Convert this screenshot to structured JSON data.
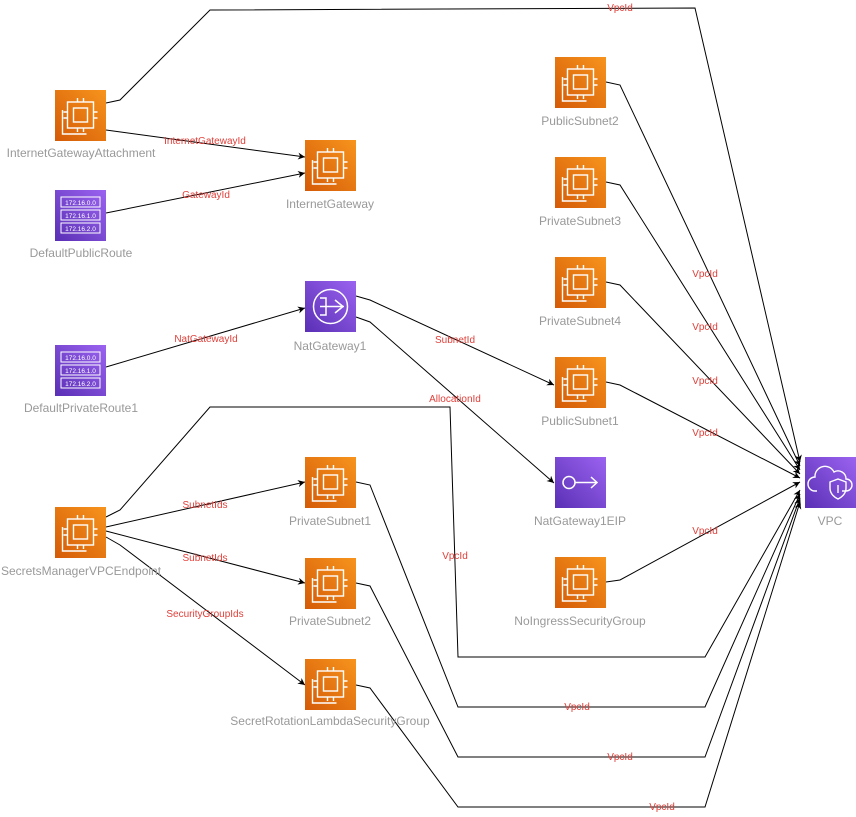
{
  "colors": {
    "ec2_top": "#f7941d",
    "ec2_bottom": "#d45b07",
    "network_top": "#9b63f0",
    "network_bottom": "#5a30b5",
    "label_text": "#999999",
    "edge_label_text": "#e0403a",
    "edge_stroke": "#000000"
  },
  "nodes": {
    "igw_attachment": {
      "label": "InternetGatewayAttachment",
      "icon": "ec2-instance-icon"
    },
    "internet_gateway": {
      "label": "InternetGateway",
      "icon": "ec2-instance-icon"
    },
    "default_public_route": {
      "label": "DefaultPublicRoute",
      "icon": "route-table-icon"
    },
    "nat_gateway": {
      "label": "NatGateway1",
      "icon": "nat-gateway-icon"
    },
    "default_private_route": {
      "label": "DefaultPrivateRoute1",
      "icon": "route-table-icon"
    },
    "secrets_endpoint": {
      "label": "SecretsManagerVPCEndpoint",
      "icon": "ec2-instance-icon"
    },
    "private_subnet1": {
      "label": "PrivateSubnet1",
      "icon": "ec2-instance-icon"
    },
    "private_subnet2": {
      "label": "PrivateSubnet2",
      "icon": "ec2-instance-icon"
    },
    "lambda_sg": {
      "label": "SecretRotationLambdaSecurityGroup",
      "icon": "ec2-instance-icon"
    },
    "public_subnet2": {
      "label": "PublicSubnet2",
      "icon": "ec2-instance-icon"
    },
    "private_subnet3": {
      "label": "PrivateSubnet3",
      "icon": "ec2-instance-icon"
    },
    "private_subnet4": {
      "label": "PrivateSubnet4",
      "icon": "ec2-instance-icon"
    },
    "public_subnet1": {
      "label": "PublicSubnet1",
      "icon": "ec2-instance-icon"
    },
    "nat_eip": {
      "label": "NatGateway1EIP",
      "icon": "elastic-ip-icon"
    },
    "no_ingress_sg": {
      "label": "NoIngressSecurityGroup",
      "icon": "ec2-instance-icon"
    },
    "vpc": {
      "label": "VPC",
      "icon": "vpc-cloud-shield-icon"
    }
  },
  "route_table_lines": [
    "172.16.0.0",
    "172.16.1.0",
    "172.16.2.0"
  ],
  "edges": {
    "e_attach_vpc": "VpcId",
    "e_attach_igw": "InternetGatewayId",
    "e_route_igw": "GatewayId",
    "e_privroute_nat": "NatGatewayId",
    "e_nat_subnet": "SubnetId",
    "e_nat_eip": "AllocationId",
    "e_endpoint_vpc": "VpcId",
    "e_endpoint_ps1": "SubnetIds",
    "e_endpoint_ps2": "SubnetIds",
    "e_endpoint_sg": "SecurityGroupIds",
    "e_pub2_vpc": "VpcId",
    "e_priv3_vpc": "VpcId",
    "e_priv4_vpc": "VpcId",
    "e_pub1_vpc": "VpcId",
    "e_noingress_vpc": "VpcId",
    "e_ps1_vpc": "VpcId",
    "e_ps2_vpc": "VpcId",
    "e_sg_vpc": "VpcId"
  }
}
